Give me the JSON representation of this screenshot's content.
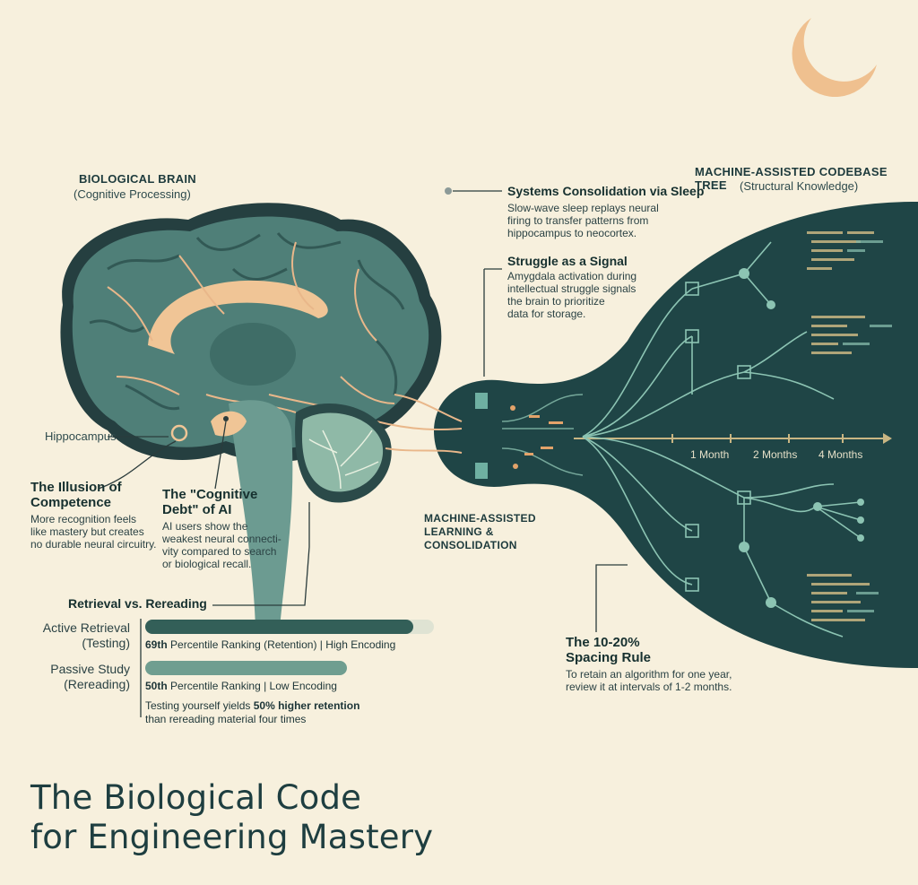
{
  "labels": {
    "brain_title": "BIOLOGICAL BRAIN",
    "brain_sub": "(Cognitive Processing)",
    "tree_title": "MACHINE-ASSISTED CODEBASE TREE",
    "tree_sub": "(Structural Knowledge)",
    "hippocampus": "Hippocampus",
    "machine_assisted": "MACHINE-ASSISTED\nLEARNING &\nCONSOLIDATION"
  },
  "callouts": {
    "sleep_title": "Systems Consolidation via Sleep",
    "sleep_body": "Slow-wave sleep replays neural\nfiring to transfer patterns from\nhippocampus to neocortex.",
    "struggle_title": "Struggle as a Signal",
    "struggle_body": "Amygdala activation during\nintellectual struggle signals\nthe brain to prioritize\ndata for storage.",
    "illusion_title": "The Illusion of\nCompetence",
    "illusion_body": "More recognition feels\nlike mastery but creates\nno durable neural circuitry.",
    "debt_title": "The \"Cognitive\nDebt\" of AI",
    "debt_body": "AI users show the\nweakest neural connecti-\nvity compared to search\nor biological recall.",
    "spacing_title": "The 10-20%\nSpacing Rule",
    "spacing_body": "To retain an algorithm for one year,\nreview it at intervals of 1-2 months."
  },
  "timeline": {
    "ticks": [
      "1 Month",
      "2 Months",
      "4 Months"
    ]
  },
  "retrieval": {
    "heading": "Retrieval vs. Rereading",
    "active_label": "Active Retrieval\n(Testing)",
    "active_caption_strong": "69th",
    "active_caption_rest": " Percentile Ranking (Retention) | High Encoding",
    "active_fill": 0.93,
    "passive_label": "Passive Study\n(Rereading)",
    "passive_caption_strong": "50th",
    "passive_caption_rest": " Percentile Ranking | Low Encoding",
    "passive_fill": 0.7,
    "note_pre": "Testing yourself yields ",
    "note_strong": "50% higher retention",
    "note_post": "\nthan rereading material four times"
  },
  "title": "The Biological Code\nfor Engineering Mastery",
  "colors": {
    "background": "#f7f0dd",
    "teal_dark": "#1f4546",
    "teal_brain": "#4f7f78",
    "vein": "#e9b78a",
    "moon": "#efc08f",
    "bar_active": "#335f58",
    "bar_passive": "#6f9e90"
  }
}
